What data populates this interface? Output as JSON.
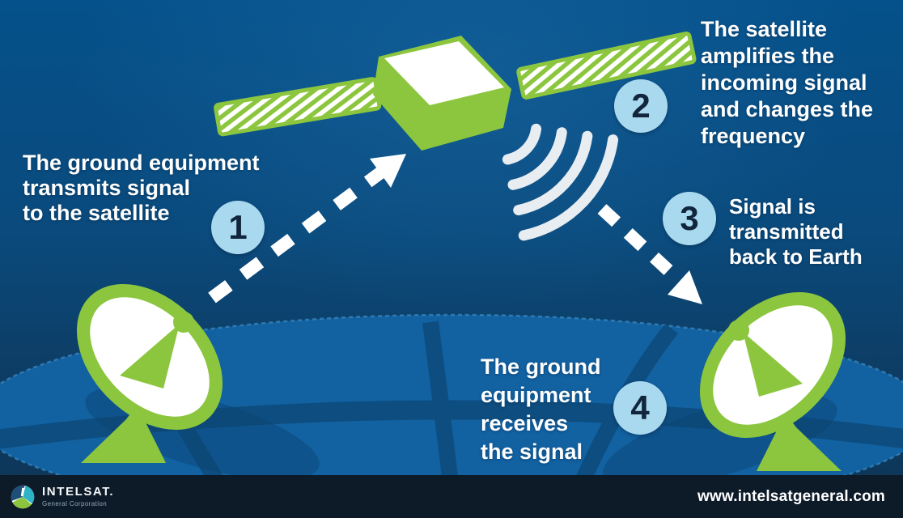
{
  "steps": [
    {
      "number": "1",
      "label": "The ground equipment\ntransmits signal\nto the satellite"
    },
    {
      "number": "2",
      "label": "The satellite\namplifies the\nincoming signal\nand changes the\nfrequency"
    },
    {
      "number": "3",
      "label": "Signal is\ntransmitted\nback to Earth"
    },
    {
      "number": "4",
      "label": "The ground\nequipment\nreceives\nthe signal"
    }
  ],
  "footer": {
    "brand": "INTELSAT.",
    "brand_sub": "General Corporation",
    "website": "www.intelsatgeneral.com"
  },
  "icons": {
    "satellite": "satellite-icon",
    "left_ground_station": "satellite-dish-icon",
    "right_ground_station": "satellite-dish-icon",
    "signal_waves": "signal-waves-icon",
    "uplink_arrow": "dashed-arrow-up-icon",
    "downlink_arrow": "dashed-arrow-down-icon",
    "brand_logo": "intelsat-globe-icon",
    "earth": "earth-globe"
  },
  "colors": {
    "bg_top": "#05518b",
    "bg_bottom": "#0d3557",
    "globe": "#1261a1",
    "globe_grid": "#0d4d7f",
    "green": "#8cc63e",
    "step_circle": "#a9d9ee",
    "step_number": "#11263d",
    "waves": "#e8edf2",
    "footer_bg": "#0d1a28",
    "teal": "#2fb4c7",
    "text": "#ffffff"
  }
}
